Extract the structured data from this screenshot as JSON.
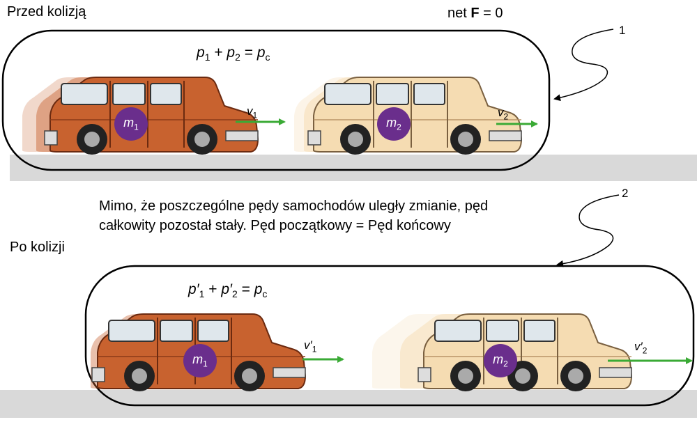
{
  "labels": {
    "before": "Przed kolizją",
    "after": "Po kolizji",
    "net_force": {
      "prefix": "net ",
      "symbol": "F",
      "suffix": " = 0"
    },
    "callout_1": "1",
    "callout_2": "2",
    "caption_line1": "Mimo, że poszczególne pędy samochodów uległy zmianie, pęd",
    "caption_line2": "całkowity pozostał stały. Pęd początkowy = Pęd końcowy"
  },
  "equations": {
    "before": {
      "p": "p",
      "s1": "1",
      "plus": " + ",
      "s2": "2",
      "eq": " = ",
      "sc": "c"
    },
    "after": {
      "p": "p′",
      "s1": "1",
      "plus": " + ",
      "s2": "2",
      "eq": " = ",
      "sc": "c"
    }
  },
  "velocities": {
    "before_1": {
      "v": "v",
      "s": "1"
    },
    "before_2": {
      "v": "v",
      "s": "2"
    },
    "after_1": {
      "v": "v′",
      "s": "1"
    },
    "after_2": {
      "v": "v′",
      "s": "2"
    }
  },
  "masses": {
    "m": "m",
    "car1": "1",
    "car2": "2"
  },
  "colors": {
    "car1_body": "#c8622f",
    "car1_dark": "#8a3a18",
    "car2_body": "#f5dcb2",
    "car2_dark": "#b99468",
    "mass_circle": "#6a2e8c",
    "arrow": "#3aaa35",
    "ground": "#d7d7d7"
  }
}
